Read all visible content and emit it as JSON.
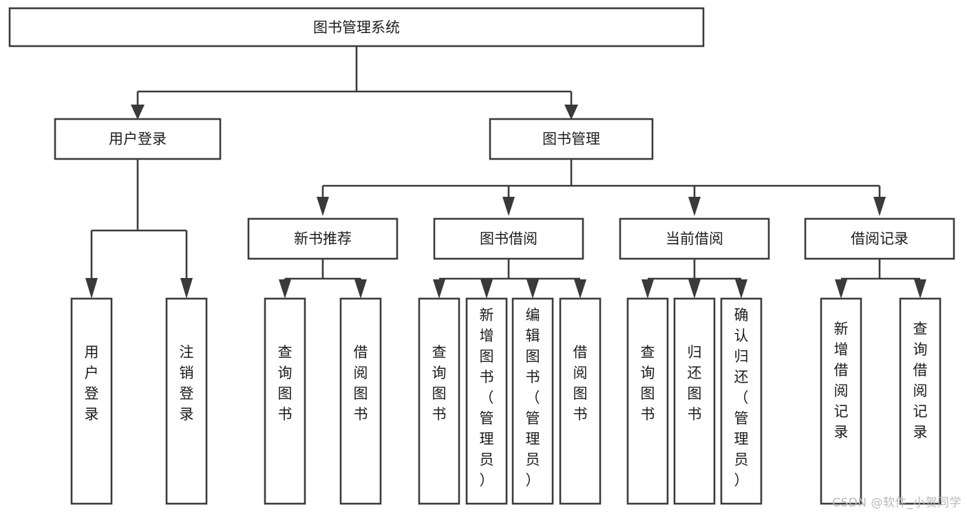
{
  "diagram": {
    "title_node": {
      "label": "图书管理系统"
    },
    "level2": [
      {
        "id": "user-login",
        "label": "用户登录"
      },
      {
        "id": "book-management",
        "label": "图书管理"
      }
    ],
    "level3": [
      {
        "id": "new-book-recommend",
        "label": "新书推荐"
      },
      {
        "id": "book-borrow",
        "label": "图书借阅"
      },
      {
        "id": "current-borrow",
        "label": "当前借阅"
      },
      {
        "id": "borrow-record",
        "label": "借阅记录"
      }
    ],
    "leaves": [
      {
        "id": "leaf-user-login",
        "label": "用户登录",
        "parent": "user-login"
      },
      {
        "id": "leaf-logout-login",
        "label": "注销登录",
        "parent": "user-login"
      },
      {
        "id": "leaf-query-book-1",
        "label": "查询图书",
        "parent": "new-book-recommend"
      },
      {
        "id": "leaf-borrow-book-1",
        "label": "借阅图书",
        "parent": "new-book-recommend"
      },
      {
        "id": "leaf-query-book-2",
        "label": "查询图书",
        "parent": "book-borrow"
      },
      {
        "id": "leaf-add-book",
        "label": "新增图书（管理员）",
        "parent": "book-borrow"
      },
      {
        "id": "leaf-edit-book",
        "label": "编辑图书（管理员）",
        "parent": "book-borrow"
      },
      {
        "id": "leaf-borrow-book-2",
        "label": "借阅图书",
        "parent": "book-borrow"
      },
      {
        "id": "leaf-query-book-3",
        "label": "查询图书",
        "parent": "current-borrow"
      },
      {
        "id": "leaf-return-book",
        "label": "归还图书",
        "parent": "current-borrow"
      },
      {
        "id": "leaf-confirm-return",
        "label": "确认归还（管理员）",
        "parent": "current-borrow"
      },
      {
        "id": "leaf-add-record",
        "label": "新增借阅记录",
        "parent": "borrow-record"
      },
      {
        "id": "leaf-query-record",
        "label": "查询借阅记录",
        "parent": "borrow-record"
      }
    ],
    "colors": {
      "stroke": "#3a3a3a",
      "fill": "#ffffff",
      "text": "#1b1b1b",
      "watermark": "#b9b9b9"
    }
  },
  "watermark": {
    "text": "CSDN @软件_小贺同学"
  }
}
